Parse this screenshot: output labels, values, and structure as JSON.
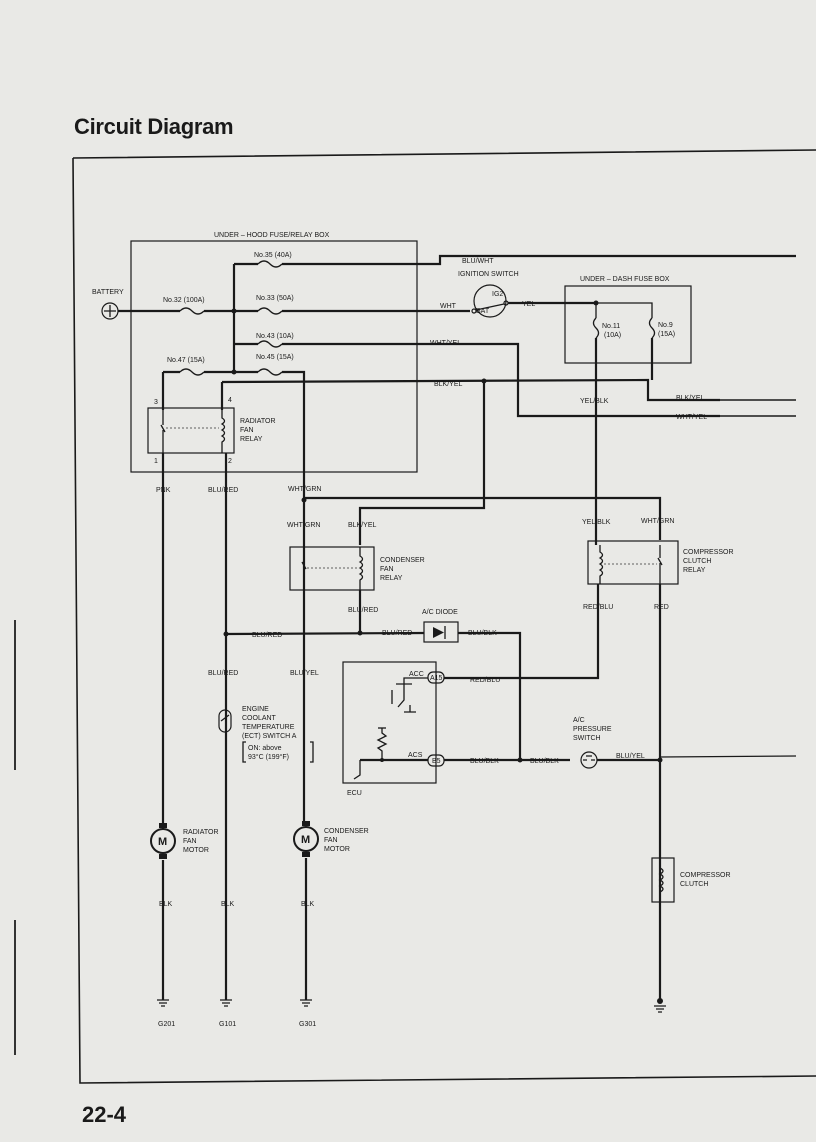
{
  "page": {
    "title": "Circuit Diagram",
    "number": "22-4"
  },
  "boxes": {
    "under_hood": "UNDER – HOOD FUSE/RELAY BOX",
    "under_dash": "UNDER – DASH FUSE BOX",
    "ecu": "ECU"
  },
  "components": {
    "battery": "BATTERY",
    "ignition_switch": "IGNITION SWITCH",
    "ig2": "IG2",
    "bat": "BAT",
    "radiator_fan_relay": [
      "RADIATOR",
      "FAN",
      "RELAY"
    ],
    "condenser_fan_relay": [
      "CONDENSER",
      "FAN",
      "RELAY"
    ],
    "compressor_clutch_relay": [
      "COMPRESSOR",
      "CLUTCH",
      "RELAY"
    ],
    "ac_diode": "A/C DIODE",
    "ect_switch": [
      "ENGINE",
      "COOLANT",
      "TEMPERATURE",
      "(ECT) SWITCH A"
    ],
    "ect_note": [
      "ON: above",
      "93°C (199°F)"
    ],
    "ac_pressure_switch": [
      "A/C",
      "PRESSURE",
      "SWITCH"
    ],
    "radiator_fan_motor": [
      "RADIATOR",
      "FAN",
      "MOTOR"
    ],
    "condenser_fan_motor": [
      "CONDENSER",
      "FAN",
      "MOTOR"
    ],
    "compressor_clutch": [
      "COMPRESSOR",
      "CLUTCH"
    ],
    "motor_symbol": "M",
    "acc": "ACC",
    "acs": "ACS",
    "pin_a15": "A15",
    "pin_b5": "B5"
  },
  "fuses": {
    "no35": "No.35 (40A)",
    "no32": "No.32 (100A)",
    "no33": "No.33 (50A)",
    "no43": "No.43 (10A)",
    "no47": "No.47 (15A)",
    "no45": "No.45 (15A)",
    "no11": [
      "No.11",
      "(10A)"
    ],
    "no9": [
      "No.9",
      "(15A)"
    ]
  },
  "relay_pins": {
    "p3": "3",
    "p4": "4",
    "p1": "1",
    "p2": "2"
  },
  "wires": {
    "blu_wht": "BLU/WHT",
    "wht": "WHT",
    "yel": "YEL",
    "wht_yel": "WHT/YEL",
    "blk_yel": "BLK/YEL",
    "yel_blk": "YEL/BLK",
    "pnk": "PNK",
    "blu_red": "BLU/RED",
    "wht_grn": "WHT/GRN",
    "blu_yel": "BLU/YEL",
    "red_blu": "RED/BLU",
    "red": "RED",
    "blu_blk": "BLU/BLK",
    "blk": "BLK"
  },
  "grounds": {
    "g201": "G201",
    "g101": "G101",
    "g301": "G301"
  }
}
